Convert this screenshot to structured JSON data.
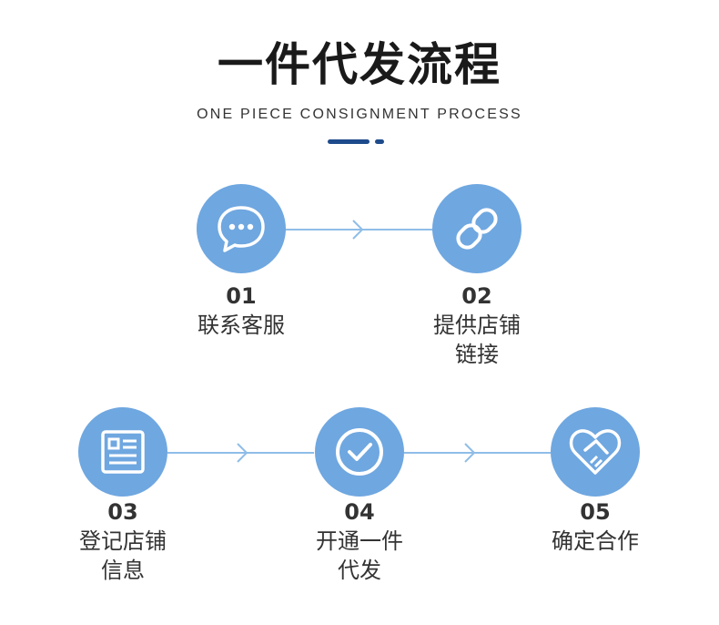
{
  "header": {
    "title": "一件代发流程",
    "subtitle": "ONE PIECE CONSIGNMENT PROCESS"
  },
  "colors": {
    "circle": "#6fa7e0",
    "connector": "#8fbde8",
    "accent": "#1e4b8c"
  },
  "steps": [
    {
      "number": "01",
      "lines": [
        "联系客服"
      ],
      "icon": "chat-bubble-icon"
    },
    {
      "number": "02",
      "lines": [
        "提供店铺",
        "链接"
      ],
      "icon": "link-icon"
    },
    {
      "number": "03",
      "lines": [
        "登记店铺",
        "信息"
      ],
      "icon": "form-document-icon"
    },
    {
      "number": "04",
      "lines": [
        "开通一件",
        "代发"
      ],
      "icon": "checkmark-icon"
    },
    {
      "number": "05",
      "lines": [
        "确定合作"
      ],
      "icon": "heart-handshake-icon"
    }
  ]
}
